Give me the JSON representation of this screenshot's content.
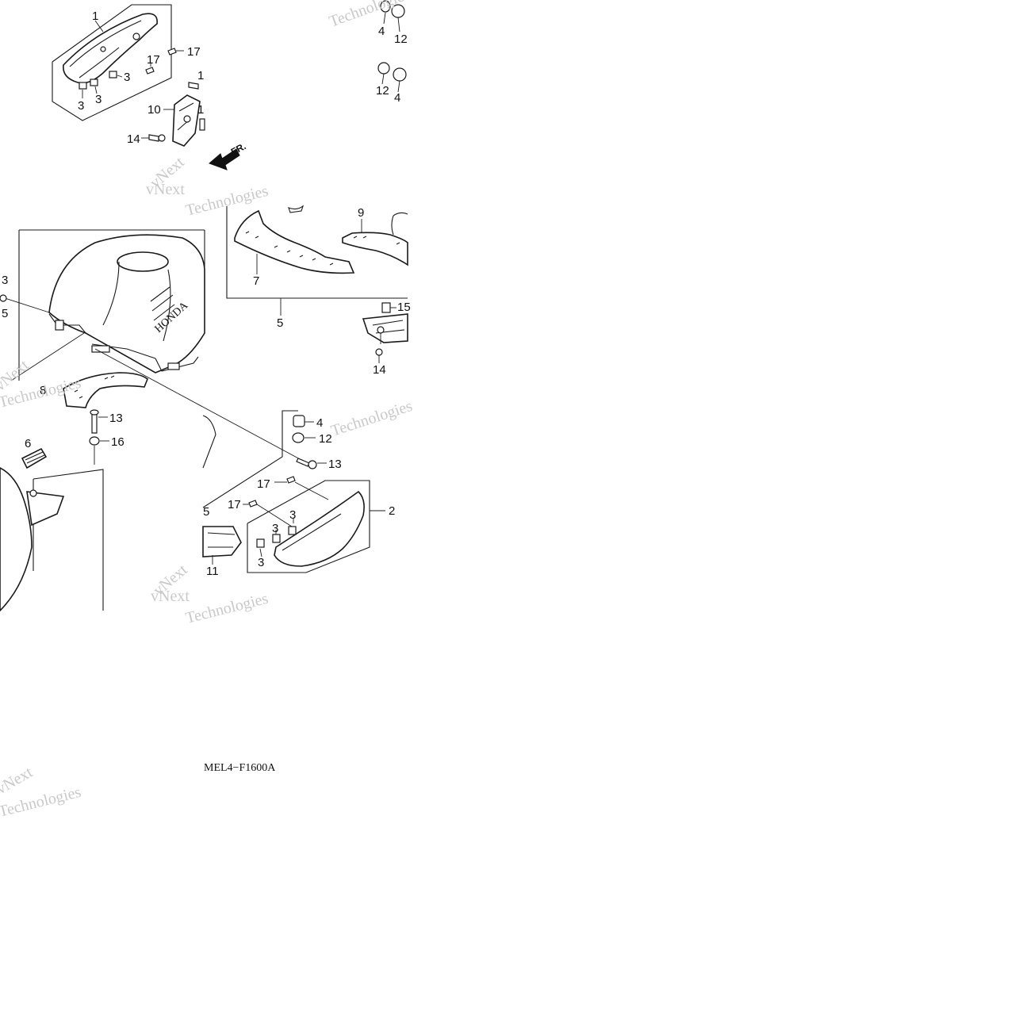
{
  "diagram": {
    "code": "MEL4−F1600A",
    "direction_label": "FR.",
    "brand_on_tank": "HONDA",
    "watermark": {
      "line1": "vNext",
      "line2": "Technologies"
    },
    "callouts": {
      "c1": "1",
      "c2": "2",
      "c3a": "3",
      "c3b": "3",
      "c3c": "3",
      "c3d": "3",
      "c3e": "3",
      "c3f": "3",
      "c3g": "3",
      "c4a": "4",
      "c4b": "4",
      "c4c": "4",
      "c5a": "5",
      "c5b": "5",
      "c5c": "5",
      "c6": "6",
      "c7": "7",
      "c8": "8",
      "c9": "9",
      "c10": "10",
      "c11": "11",
      "c12a": "12",
      "c12b": "12",
      "c12c": "12",
      "c13a": "13",
      "c13b": "13",
      "c14a": "14",
      "c14b": "14",
      "c15": "15",
      "c16": "16",
      "c17a": "17",
      "c17b": "17",
      "c17c": "17",
      "c17d": "17",
      "c1x": "1",
      "c1y": "1"
    }
  }
}
